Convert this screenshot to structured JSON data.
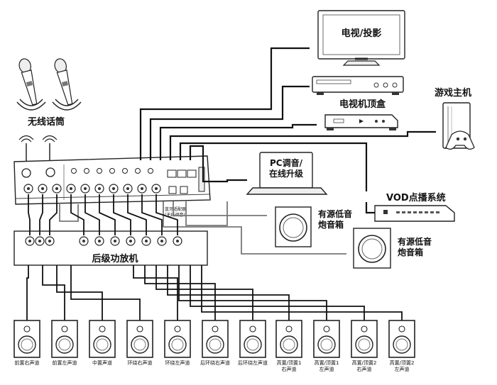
{
  "labels": {
    "tv_projector": "电视/投影",
    "game_console": "游戏主机",
    "set_top_box": "电视机顶盒",
    "wireless_mic": "无线话筒",
    "pc_tuning": "PC调音/\n在线升级",
    "vod_system": "VOD点播系统",
    "subwoofer_1": "有源低音\n炮音箱",
    "subwoofer_2": "有源低音\n炮音箱",
    "power_amp": "后级功放机",
    "bluetooth_adapter": "蓝牙适配器\n(无线调音)"
  },
  "speakers": [
    {
      "label": "前置右声道"
    },
    {
      "label": "前置左声道"
    },
    {
      "label": "中置声道"
    },
    {
      "label": "环绕右声道"
    },
    {
      "label": "环绕左声道"
    },
    {
      "label": "后环绕右声道"
    },
    {
      "label": "后环绕左声道"
    },
    {
      "label": "高置/顶置1\n右声道"
    },
    {
      "label": "高置/顶置1\n左声道"
    },
    {
      "label": "高置/顶置2\n右声道"
    },
    {
      "label": "高置/顶置2\n左声道"
    }
  ],
  "colors": {
    "line": "#111111",
    "fill": "#ffffff",
    "gray_wire": "#777777"
  }
}
